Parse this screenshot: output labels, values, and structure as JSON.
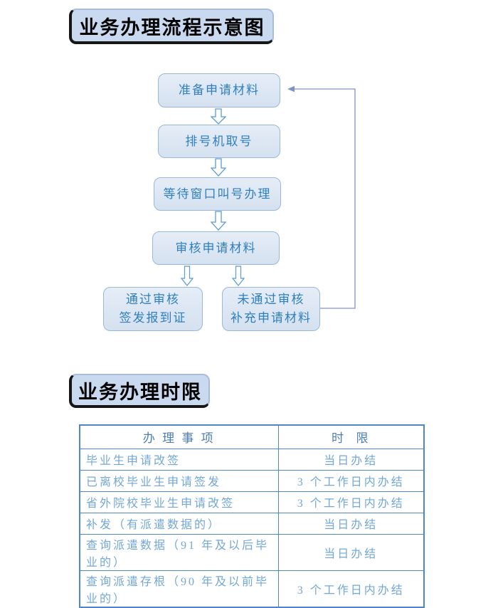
{
  "flowchart": {
    "title": "业务办理流程示意图",
    "nodes": [
      {
        "label": "准备申请材料"
      },
      {
        "label": "排号机取号"
      },
      {
        "label": "等待窗口叫号办理"
      },
      {
        "label": "审核申请材料"
      },
      {
        "line1": "通过审核",
        "line2": "签发报到证"
      },
      {
        "line1": "未通过审核",
        "line2": "补充申请材料"
      }
    ]
  },
  "time_limits": {
    "title": "业务办理时限",
    "table": {
      "headers": [
        "办 理 事 项",
        "时  限"
      ],
      "rows": [
        [
          "毕业生申请改签",
          "当日办结"
        ],
        [
          "已离校毕业生申请签发",
          "3 个工作日内办结"
        ],
        [
          "省外院校毕业生申请改签",
          "3 个工作日内办结"
        ],
        [
          "补发（有派遣数据的）",
          "当日办结"
        ],
        [
          "查询派遣数据（91 年及以后毕业的）",
          "当日办结"
        ],
        [
          "查询派遣存根（90 年及以前毕业的）",
          "3 个工作日内办结"
        ]
      ]
    }
  },
  "colors": {
    "title_fill": "#c9daf0",
    "title_border_black": "#161616",
    "node_fill": "#dbe5f1",
    "node_border": "#9ab7dc",
    "node_text": "#2e7fc1",
    "connector_line": "#8094c0",
    "arrow_outline": "#5b9bd5",
    "table_border": "#4e86c6",
    "table_header_text": "#4c7db4",
    "table_body_text": "#72a7d8"
  }
}
